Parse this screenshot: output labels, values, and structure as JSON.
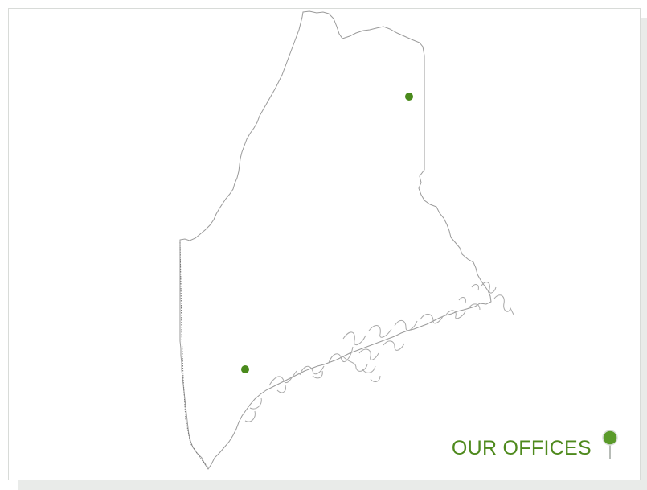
{
  "legend": {
    "label": "OUR OFFICES",
    "icon": "map-pin-icon"
  },
  "colors": {
    "office_marker": "#4a8a1c",
    "legend_text": "#4f8a1e",
    "state_outline": "#9a9a9a",
    "frame_shadow": "#e9ebe9"
  },
  "offices": [
    {
      "name": "office-north"
    },
    {
      "name": "office-south"
    }
  ]
}
